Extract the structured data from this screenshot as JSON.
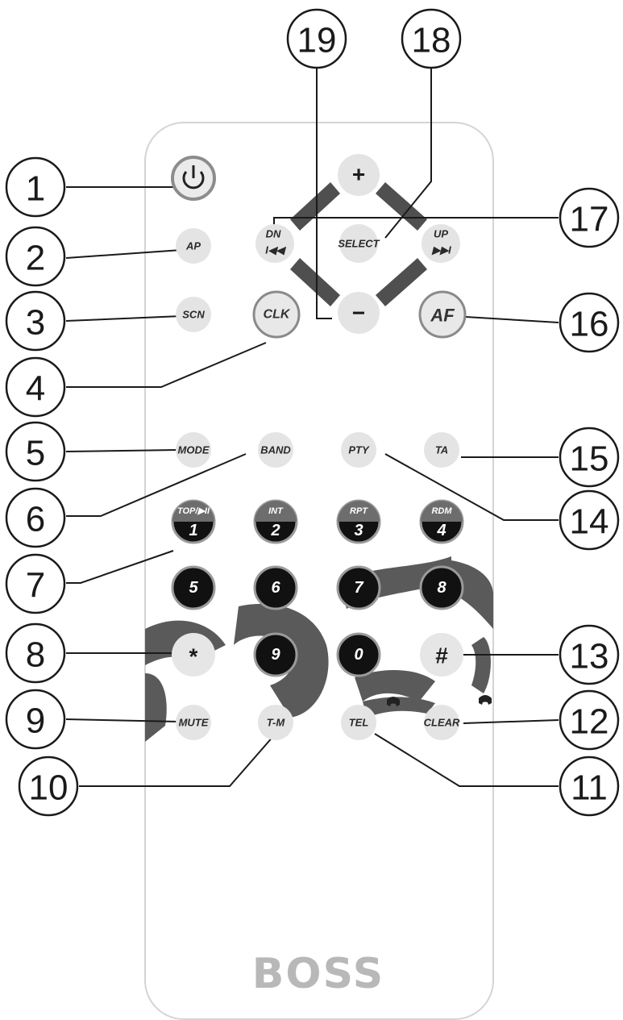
{
  "brand": "BOSS",
  "buttons": {
    "power": "",
    "ap": "AP",
    "scn": "SCN",
    "clk": "CLK",
    "plus": "+",
    "minus": "−",
    "dn_top": "DN",
    "dn_bottom": "I◀◀",
    "select": "SELECT",
    "up_top": "UP",
    "up_bottom": "▶▶I",
    "af": "AF",
    "mode": "MODE",
    "band": "BAND",
    "pty": "PTY",
    "ta": "TA",
    "key1_top": "TOP/▶II",
    "key1": "1",
    "key2_top": "INT",
    "key2": "2",
    "key3_top": "RPT",
    "key3": "3",
    "key4_top": "RDM",
    "key4": "4",
    "key5": "5",
    "key6": "6",
    "key7": "7",
    "key8": "8",
    "star": "*",
    "key9": "9",
    "key0": "0",
    "hash": "#",
    "mute": "MUTE",
    "tm": "T-M",
    "tel": "TEL",
    "clear": "CLEAR"
  },
  "callouts": {
    "c1": "1",
    "c2": "2",
    "c3": "3",
    "c4": "4",
    "c5": "5",
    "c6": "6",
    "c7": "7",
    "c8": "8",
    "c9": "9",
    "c10": "10",
    "c11": "11",
    "c12": "12",
    "c13": "13",
    "c14": "14",
    "c15": "15",
    "c16": "16",
    "c17": "17",
    "c18": "18",
    "c19": "19"
  },
  "colors": {
    "button_fill": "#e2e2e2",
    "dark_button": "#111111",
    "ring": "#8a8a8a",
    "decor": "#555555"
  }
}
